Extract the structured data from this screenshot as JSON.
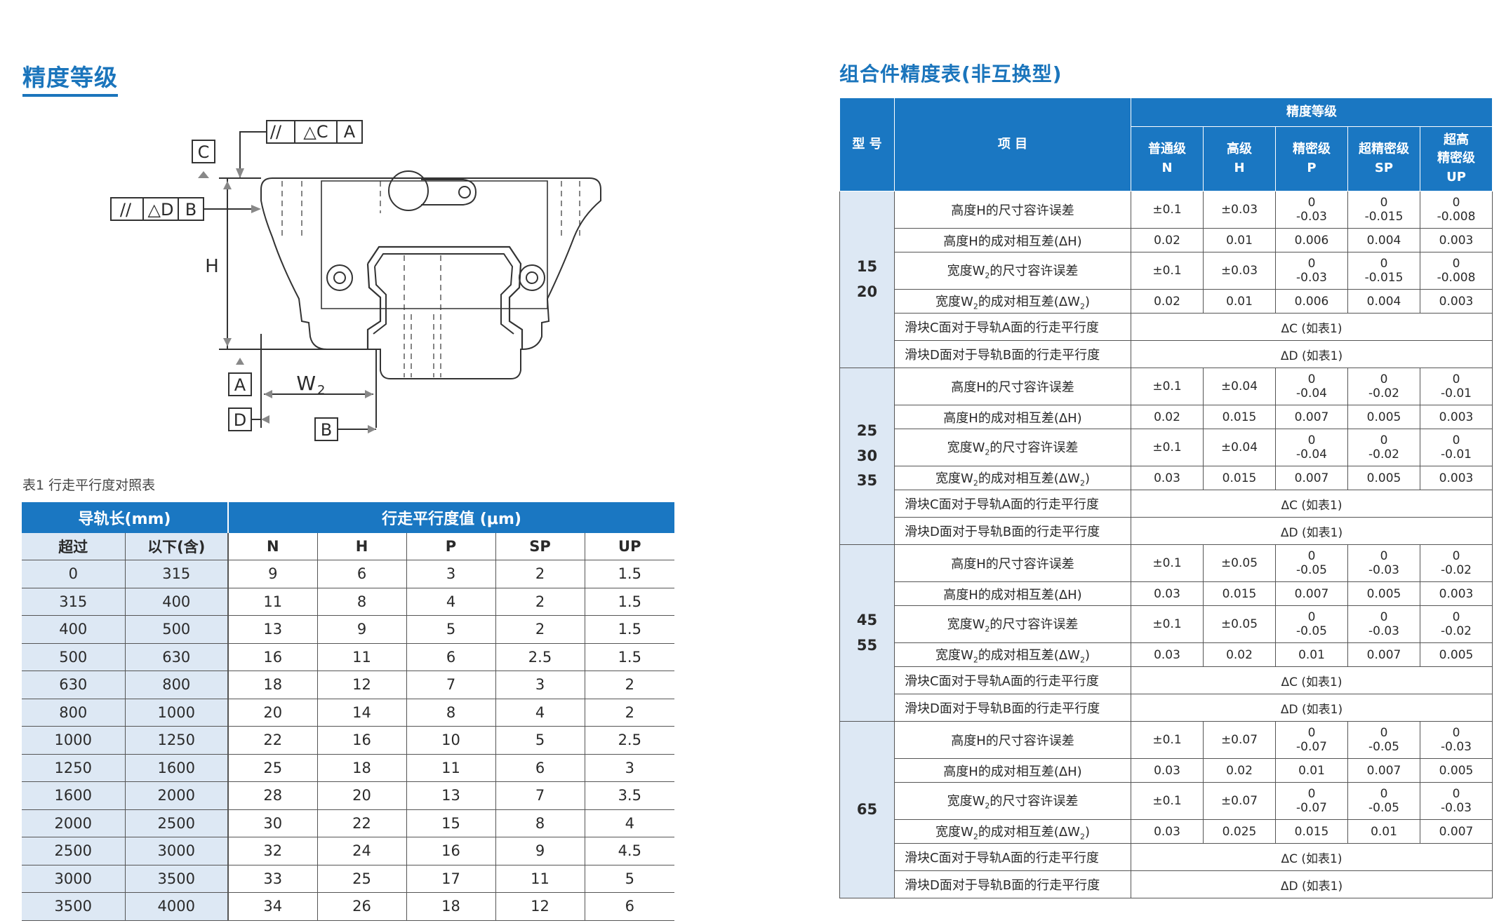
{
  "left_title": "精度等级",
  "right_title": "组合件精度表(非互换型)",
  "diagram": {
    "tol_top": [
      "//",
      "△C",
      "A"
    ],
    "tol_left": [
      "//",
      "△D",
      "B"
    ],
    "label_c": "C",
    "label_a": "A",
    "label_d": "D",
    "label_b": "B",
    "label_h": "H",
    "label_w": "W",
    "label_w_sub": "2"
  },
  "table1": {
    "caption": "表1 行走平行度对照表",
    "header_rail": "导轨长(mm)",
    "header_value": "行走平行度值 (μm)",
    "columns": [
      "超过",
      "以下(含)",
      "N",
      "H",
      "P",
      "SP",
      "UP"
    ],
    "rows": [
      [
        "0",
        "315",
        "9",
        "6",
        "3",
        "2",
        "1.5"
      ],
      [
        "315",
        "400",
        "11",
        "8",
        "4",
        "2",
        "1.5"
      ],
      [
        "400",
        "500",
        "13",
        "9",
        "5",
        "2",
        "1.5"
      ],
      [
        "500",
        "630",
        "16",
        "11",
        "6",
        "2.5",
        "1.5"
      ],
      [
        "630",
        "800",
        "18",
        "12",
        "7",
        "3",
        "2"
      ],
      [
        "800",
        "1000",
        "20",
        "14",
        "8",
        "4",
        "2"
      ],
      [
        "1000",
        "1250",
        "22",
        "16",
        "10",
        "5",
        "2.5"
      ],
      [
        "1250",
        "1600",
        "25",
        "18",
        "11",
        "6",
        "3"
      ],
      [
        "1600",
        "2000",
        "28",
        "20",
        "13",
        "7",
        "3.5"
      ],
      [
        "2000",
        "2500",
        "30",
        "22",
        "15",
        "8",
        "4"
      ],
      [
        "2500",
        "3000",
        "32",
        "24",
        "16",
        "9",
        "4.5"
      ],
      [
        "3000",
        "3500",
        "33",
        "25",
        "17",
        "11",
        "5"
      ],
      [
        "3500",
        "4000",
        "34",
        "26",
        "18",
        "12",
        "6"
      ]
    ]
  },
  "table2": {
    "h_model": "型 号",
    "h_item": "项 目",
    "h_grade": "精度等级",
    "grades": [
      {
        "name": "普通级",
        "code": "N"
      },
      {
        "name": "高级",
        "code": "H"
      },
      {
        "name": "精密级",
        "code": "P"
      },
      {
        "name": "超精密级",
        "code": "SP"
      },
      {
        "name_line1": "超高",
        "name_line2": "精密级",
        "code": "UP"
      }
    ],
    "items": {
      "height_tol": "高度H的尺寸容许误差",
      "height_diff": "高度H的成对相互差(ΔH)",
      "width_tol_pre": "宽度W",
      "width_tol_post": "的尺寸容许误差",
      "width_diff_pre": "宽度W",
      "width_diff_post": "的成对相互差(ΔW",
      "width_diff_end": ")",
      "sub2": "2",
      "parallel_c": "滑块C面对于导轨A面的行走平行度",
      "parallel_d": "滑块D面对于导轨B面的行走平行度",
      "ref_c": "ΔC (如表1)",
      "ref_d": "ΔD (如表1)"
    },
    "groups": [
      {
        "models": [
          "15",
          "20"
        ],
        "height_tol": [
          "±0.1",
          "±0.03",
          "0\n-0.03",
          "0\n-0.015",
          "0\n-0.008"
        ],
        "height_diff": [
          "0.02",
          "0.01",
          "0.006",
          "0.004",
          "0.003"
        ],
        "width_tol": [
          "±0.1",
          "±0.03",
          "0\n-0.03",
          "0\n-0.015",
          "0\n-0.008"
        ],
        "width_diff": [
          "0.02",
          "0.01",
          "0.006",
          "0.004",
          "0.003"
        ]
      },
      {
        "models": [
          "25",
          "30",
          "35"
        ],
        "height_tol": [
          "±0.1",
          "±0.04",
          "0\n-0.04",
          "0\n-0.02",
          "0\n-0.01"
        ],
        "height_diff": [
          "0.02",
          "0.015",
          "0.007",
          "0.005",
          "0.003"
        ],
        "width_tol": [
          "±0.1",
          "±0.04",
          "0\n-0.04",
          "0\n-0.02",
          "0\n-0.01"
        ],
        "width_diff": [
          "0.03",
          "0.015",
          "0.007",
          "0.005",
          "0.003"
        ]
      },
      {
        "models": [
          "45",
          "55"
        ],
        "height_tol": [
          "±0.1",
          "±0.05",
          "0\n-0.05",
          "0\n-0.03",
          "0\n-0.02"
        ],
        "height_diff": [
          "0.03",
          "0.015",
          "0.007",
          "0.005",
          "0.003"
        ],
        "width_tol": [
          "±0.1",
          "±0.05",
          "0\n-0.05",
          "0\n-0.03",
          "0\n-0.02"
        ],
        "width_diff": [
          "0.03",
          "0.02",
          "0.01",
          "0.007",
          "0.005"
        ]
      },
      {
        "models": [
          "65"
        ],
        "height_tol": [
          "±0.1",
          "±0.07",
          "0\n-0.07",
          "0\n-0.05",
          "0\n-0.03"
        ],
        "height_diff": [
          "0.03",
          "0.02",
          "0.01",
          "0.007",
          "0.005"
        ],
        "width_tol": [
          "±0.1",
          "±0.07",
          "0\n-0.07",
          "0\n-0.05",
          "0\n-0.03"
        ],
        "width_diff": [
          "0.03",
          "0.025",
          "0.015",
          "0.01",
          "0.007"
        ]
      }
    ]
  }
}
